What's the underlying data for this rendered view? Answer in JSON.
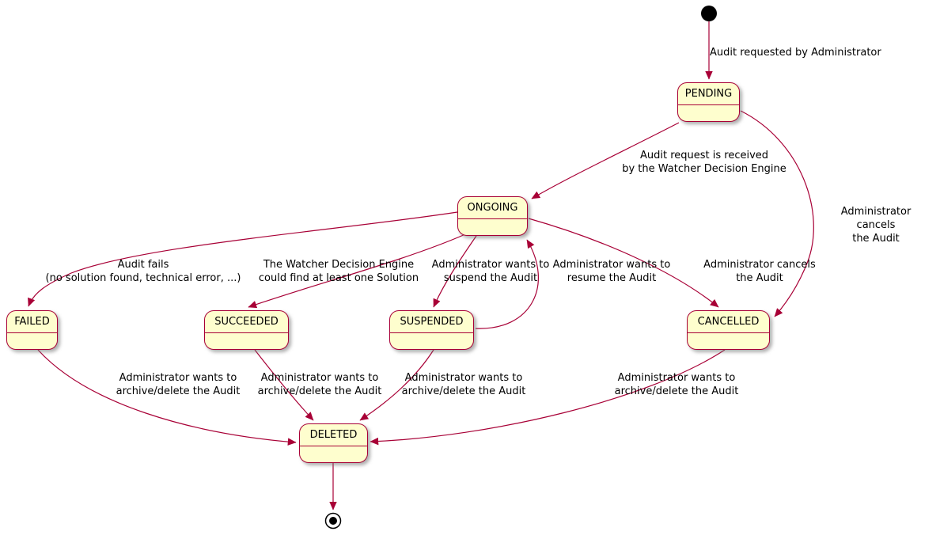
{
  "diagram": {
    "type": "state-diagram",
    "colors": {
      "state_fill": "#FEFECE",
      "state_border": "#A80036",
      "arrow": "#A80036",
      "text": "#000000",
      "background": "#FFFFFF"
    },
    "states": [
      {
        "id": "pending",
        "label": "PENDING"
      },
      {
        "id": "ongoing",
        "label": "ONGOING"
      },
      {
        "id": "failed",
        "label": "FAILED"
      },
      {
        "id": "succeeded",
        "label": "SUCCEEDED"
      },
      {
        "id": "suspended",
        "label": "SUSPENDED"
      },
      {
        "id": "cancelled",
        "label": "CANCELLED"
      },
      {
        "id": "deleted",
        "label": "DELETED"
      }
    ],
    "initial_state": {
      "id": "initial"
    },
    "final_state": {
      "id": "final"
    },
    "transitions": [
      {
        "from": "initial",
        "to": "pending",
        "label": "Audit requested by Administrator"
      },
      {
        "from": "pending",
        "to": "ongoing",
        "label": "Audit request is received\nby the Watcher Decision Engine"
      },
      {
        "from": "pending",
        "to": "cancelled",
        "label": "Administrator cancels\nthe Audit"
      },
      {
        "from": "ongoing",
        "to": "failed",
        "label": "Audit fails\n(no solution found, technical error, ...)"
      },
      {
        "from": "ongoing",
        "to": "succeeded",
        "label": "The Watcher Decision Engine\ncould find at least one Solution"
      },
      {
        "from": "ongoing",
        "to": "suspended",
        "label": "Administrator wants to\nsuspend the Audit"
      },
      {
        "from": "suspended",
        "to": "ongoing",
        "label": "Administrator wants to\nresume the Audit"
      },
      {
        "from": "ongoing",
        "to": "cancelled",
        "label": "Administrator cancels\nthe Audit"
      },
      {
        "from": "failed",
        "to": "deleted",
        "label": "Administrator wants to\narchive/delete the Audit"
      },
      {
        "from": "succeeded",
        "to": "deleted",
        "label": "Administrator wants to\narchive/delete the Audit"
      },
      {
        "from": "suspended",
        "to": "deleted",
        "label": "Administrator wants to\narchive/delete the Audit"
      },
      {
        "from": "cancelled",
        "to": "deleted",
        "label": "Administrator wants to\narchive/delete the Audit"
      },
      {
        "from": "deleted",
        "to": "final",
        "label": ""
      }
    ]
  }
}
